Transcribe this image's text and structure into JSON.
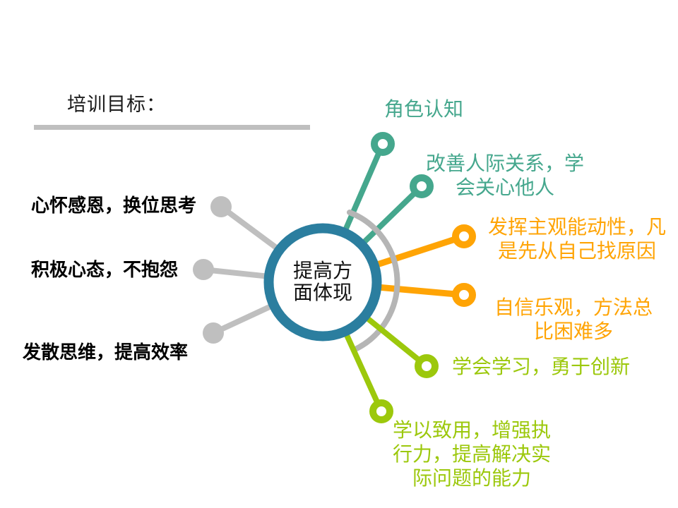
{
  "slide": {
    "title": "培训目标："
  },
  "center": {
    "label": "提高方\n面体现"
  },
  "colors": {
    "center_ring": "#2b7e9f",
    "teal": "#45a78d",
    "orange": "#ffa405",
    "green": "#9cc80c",
    "gray": "#bfbfbf",
    "arc_gray": "#b5b5b5"
  },
  "left_items": [
    {
      "label": "心怀感恩，换位思考"
    },
    {
      "label": "积极心态，不抱怨"
    },
    {
      "label": "发散思维，提高效率"
    }
  ],
  "right_items": [
    {
      "label": "角色认知",
      "color": "teal"
    },
    {
      "label": "改善人际关系，学\n会关心他人",
      "color": "teal"
    },
    {
      "label": "发挥主观能动性，凡\n是先从自己找原因",
      "color": "orange"
    },
    {
      "label": "自信乐观，方法总\n比困难多",
      "color": "orange"
    },
    {
      "label": "学会学习，勇于创新",
      "color": "green"
    },
    {
      "label": "学以致用，增强执\n行力，提高解决实\n际问题的能力",
      "color": "green"
    }
  ]
}
